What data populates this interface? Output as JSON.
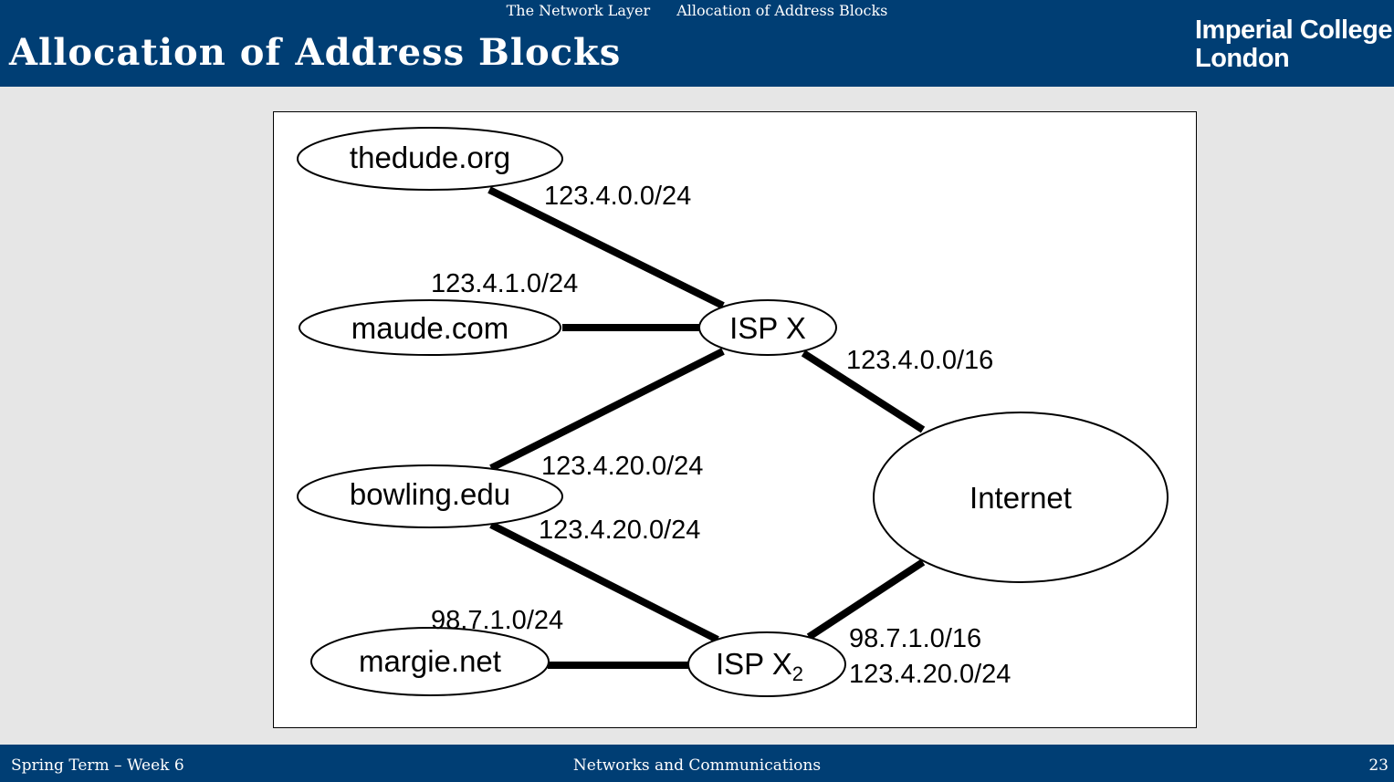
{
  "header": {
    "nav": [
      "The Network Layer",
      "Allocation of Address Blocks"
    ],
    "title": "Allocation of Address Blocks",
    "logo_line1": "Imperial College",
    "logo_line2": "London"
  },
  "diagram": {
    "nodes": {
      "thedude": "thedude.org",
      "maude": "maude.com",
      "bowling": "bowling.edu",
      "margie": "margie.net",
      "ispx": "ISP X",
      "ispx2": "ISP X",
      "ispx2_sub": "2",
      "internet": "Internet"
    },
    "edge_labels": {
      "thedude_ispx": "123.4.0.0/24",
      "maude_ispx": "123.4.1.0/24",
      "ispx_internet": "123.4.0.0/16",
      "bowling_ispx": "123.4.20.0/24",
      "bowling_ispx2": "123.4.20.0/24",
      "margie_ispx2": "98.7.1.0/24",
      "ispx2_internet_1": "98.7.1.0/16",
      "ispx2_internet_2": "123.4.20.0/24"
    }
  },
  "footer": {
    "left": "Spring Term – Week 6",
    "center": "Networks and Communications",
    "page": "23"
  }
}
